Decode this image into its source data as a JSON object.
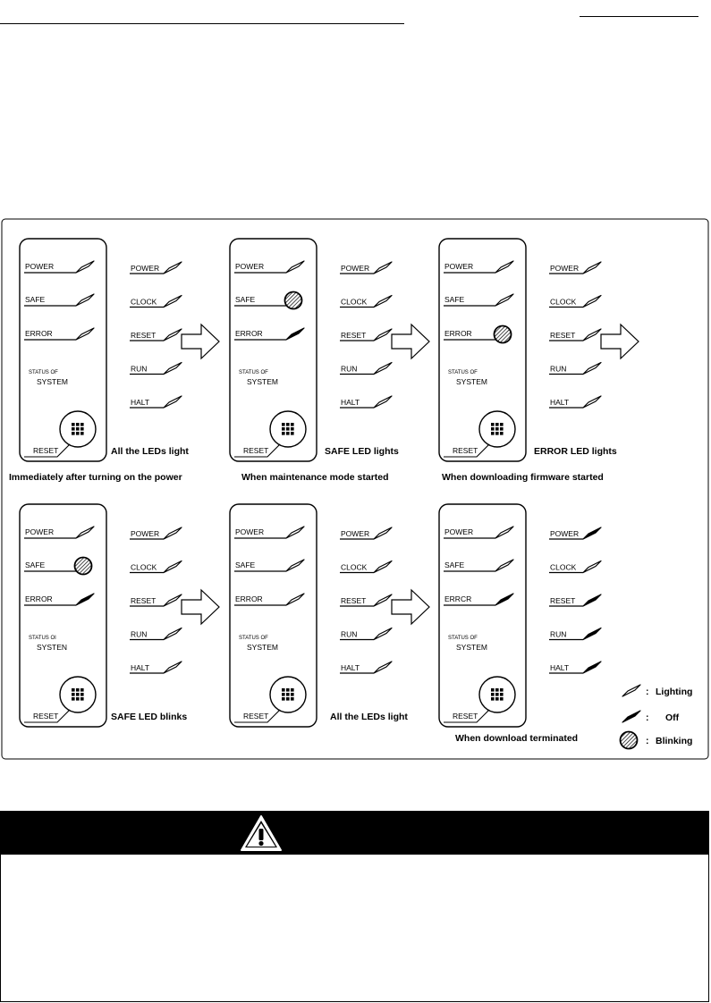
{
  "header": {
    "rule_left": "",
    "rule_right": ""
  },
  "panels": [
    {
      "front": [
        {
          "label": "POWER",
          "state": "lighting"
        },
        {
          "label": "SAFE",
          "state": "lighting"
        },
        {
          "label": "ERROR",
          "state": "lighting"
        }
      ],
      "side": [
        {
          "label": "POWER",
          "state": "lighting"
        },
        {
          "label": "CLOCK",
          "state": "lighting"
        },
        {
          "label": "RESET",
          "state": "lighting"
        },
        {
          "label": "RUN",
          "state": "lighting"
        },
        {
          "label": "HALT",
          "state": "lighting"
        }
      ],
      "status_small": "STATUS OF",
      "status_big": "SYSTEM",
      "reset_label": "RESET",
      "state_caption": "All the LEDs light",
      "stage_caption": "Immediately after turning on the power"
    },
    {
      "front": [
        {
          "label": "POWER",
          "state": "lighting"
        },
        {
          "label": "SAFE",
          "state": "blinking"
        },
        {
          "label": "ERROR",
          "state": "off"
        }
      ],
      "side": [
        {
          "label": "POWER",
          "state": "lighting"
        },
        {
          "label": "CLOCK",
          "state": "lighting"
        },
        {
          "label": "RESET",
          "state": "lighting"
        },
        {
          "label": "RUN",
          "state": "lighting"
        },
        {
          "label": "HALT",
          "state": "lighting"
        }
      ],
      "status_small": "STATUS OF",
      "status_big": "SYSTEM",
      "reset_label": "RESET",
      "state_caption": "SAFE LED lights",
      "stage_caption": "When maintenance mode started"
    },
    {
      "front": [
        {
          "label": "POWER",
          "state": "lighting"
        },
        {
          "label": "SAFE",
          "state": "lighting"
        },
        {
          "label": "ERROR",
          "state": "blinking"
        }
      ],
      "side": [
        {
          "label": "POWER",
          "state": "lighting"
        },
        {
          "label": "CLOCK",
          "state": "lighting"
        },
        {
          "label": "RESET",
          "state": "lighting"
        },
        {
          "label": "RUN",
          "state": "lighting"
        },
        {
          "label": "HALT",
          "state": "lighting"
        }
      ],
      "status_small": "STATUS OF",
      "status_big": "SYSTEM",
      "reset_label": "RESET",
      "state_caption": "ERROR LED lights",
      "stage_caption": "When downloading firmware started"
    },
    {
      "front": [
        {
          "label": "POWER",
          "state": "lighting"
        },
        {
          "label": "SAFE",
          "state": "blinking"
        },
        {
          "label": "ERROR",
          "state": "off"
        }
      ],
      "side": [
        {
          "label": "POWER",
          "state": "lighting"
        },
        {
          "label": "CLOCK",
          "state": "lighting"
        },
        {
          "label": "RESET",
          "state": "lighting"
        },
        {
          "label": "RUN",
          "state": "lighting"
        },
        {
          "label": "HALT",
          "state": "lighting"
        }
      ],
      "status_small": "STATUS OI",
      "status_big": "SYSTEN",
      "reset_label": "RESET",
      "state_caption": "SAFE LED blinks",
      "stage_caption": ""
    },
    {
      "front": [
        {
          "label": "POWER",
          "state": "lighting"
        },
        {
          "label": "SAFE",
          "state": "lighting"
        },
        {
          "label": "ERROR",
          "state": "lighting"
        }
      ],
      "side": [
        {
          "label": "POWER",
          "state": "lighting"
        },
        {
          "label": "CLOCK",
          "state": "lighting"
        },
        {
          "label": "RESET",
          "state": "lighting"
        },
        {
          "label": "RUN",
          "state": "lighting"
        },
        {
          "label": "HALT",
          "state": "lighting"
        }
      ],
      "status_small": "STATUS OF",
      "status_big": "SYSTEM",
      "reset_label": "RESET",
      "state_caption": "All the LEDs light",
      "stage_caption": ""
    },
    {
      "front": [
        {
          "label": "POWER",
          "state": "lighting"
        },
        {
          "label": "SAFE",
          "state": "lighting"
        },
        {
          "label": "ERRCR",
          "state": "off"
        }
      ],
      "side": [
        {
          "label": "POWER",
          "state": "off"
        },
        {
          "label": "CLOCK",
          "state": "lighting"
        },
        {
          "label": "RESET",
          "state": "off"
        },
        {
          "label": "RUN",
          "state": "off"
        },
        {
          "label": "HALT",
          "state": "off"
        }
      ],
      "status_small": "STATUS OF",
      "status_big": "SYSTEM",
      "reset_label": "RESET",
      "state_caption": "",
      "stage_caption": "When download terminated"
    }
  ],
  "legend": [
    {
      "state": "lighting",
      "label": "Lighting"
    },
    {
      "state": "off",
      "label": "Off"
    },
    {
      "state": "blinking",
      "label": "Blinking"
    }
  ],
  "legend_separator": ":",
  "warning": {
    "icon": "warning-triangle-icon",
    "text": ""
  }
}
